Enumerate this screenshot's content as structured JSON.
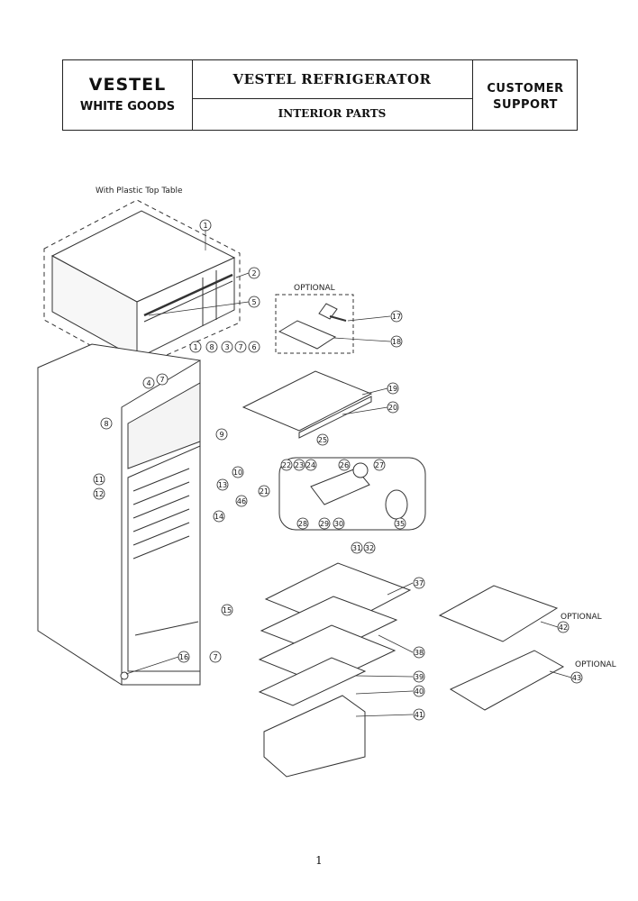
{
  "header": {
    "brand_line1": "VESTEL",
    "brand_line2": "WHITE GOODS",
    "title": "VESTEL REFRIGERATOR",
    "subtitle": "INTERIOR PARTS",
    "support_line1": "CUSTOMER",
    "support_line2": "SUPPORT"
  },
  "diagram": {
    "caption_top_table": "With Plastic Top Table",
    "optional_labels": [
      "OPTIONAL",
      "OPTIONAL",
      "OPTIONAL"
    ],
    "callouts": [
      "1",
      "2",
      "5",
      "17",
      "18",
      "1",
      "8",
      "3",
      "7",
      "6",
      "4",
      "7",
      "8",
      "19",
      "20",
      "25",
      "9",
      "10",
      "13",
      "11",
      "12",
      "22",
      "23",
      "24",
      "26",
      "27",
      "21",
      "46",
      "14",
      "28",
      "29",
      "30",
      "35",
      "31",
      "32",
      "37",
      "42",
      "43",
      "15",
      "38",
      "16",
      "7",
      "39",
      "40",
      "41"
    ]
  },
  "page_number": "1"
}
